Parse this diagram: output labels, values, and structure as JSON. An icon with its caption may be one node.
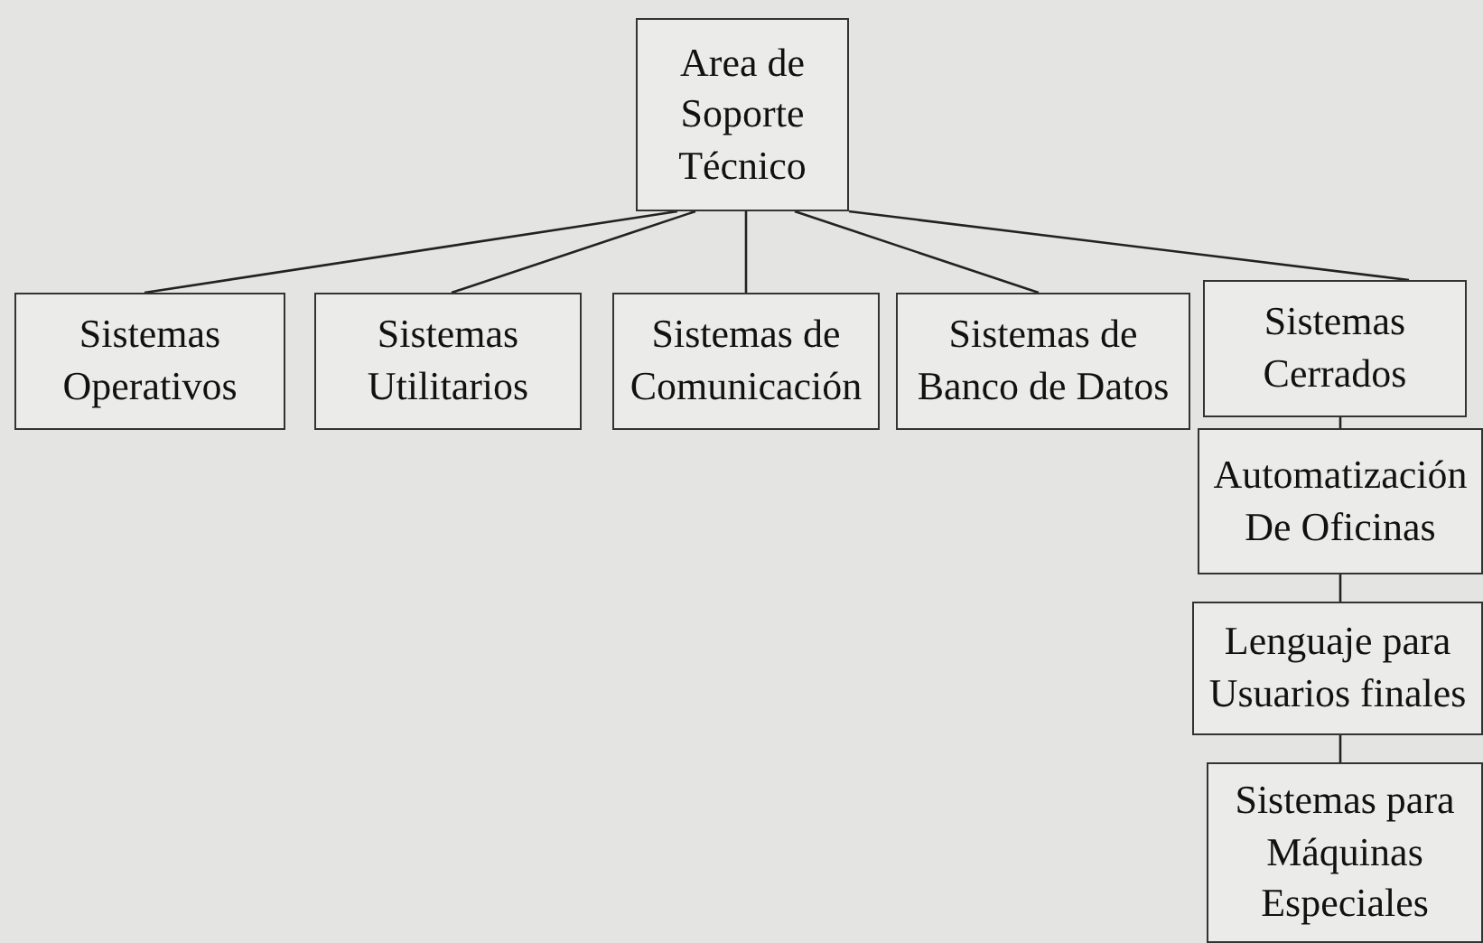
{
  "diagram": {
    "nodes": [
      {
        "text": [
          "Area de Soporte Técnico"
        ]
      },
      {
        "text": [
          "Sistemas Operativos"
        ]
      },
      {
        "text": [
          "Sistemas Utilitarios"
        ]
      },
      {
        "text": [
          "Sistemas de Comunicación"
        ]
      },
      {
        "text": [
          "Sistemas de Banco de Datos"
        ]
      },
      {
        "text": [
          "Sistemas Cerrados"
        ]
      },
      {
        "text": [
          "Automatización De Oficinas"
        ]
      },
      {
        "text": [
          "Lenguaje para Usuarios finales"
        ]
      },
      {
        "text": [
          "Sistemas para Máquinas Especiales"
        ]
      }
    ],
    "edges": [
      {
        "from": 0,
        "to": 1,
        "arrow": "none"
      },
      {
        "from": 0,
        "to": 2,
        "arrow": "none"
      },
      {
        "from": 0,
        "to": 3,
        "arrow": "none"
      },
      {
        "from": 0,
        "to": 4,
        "arrow": "none"
      },
      {
        "from": 0,
        "to": 5,
        "arrow": "none"
      },
      {
        "from": 5,
        "to": 6,
        "arrow": "none"
      },
      {
        "from": 6,
        "to": 7,
        "arrow": "none"
      },
      {
        "from": 7,
        "to": 8,
        "arrow": "none"
      }
    ]
  }
}
